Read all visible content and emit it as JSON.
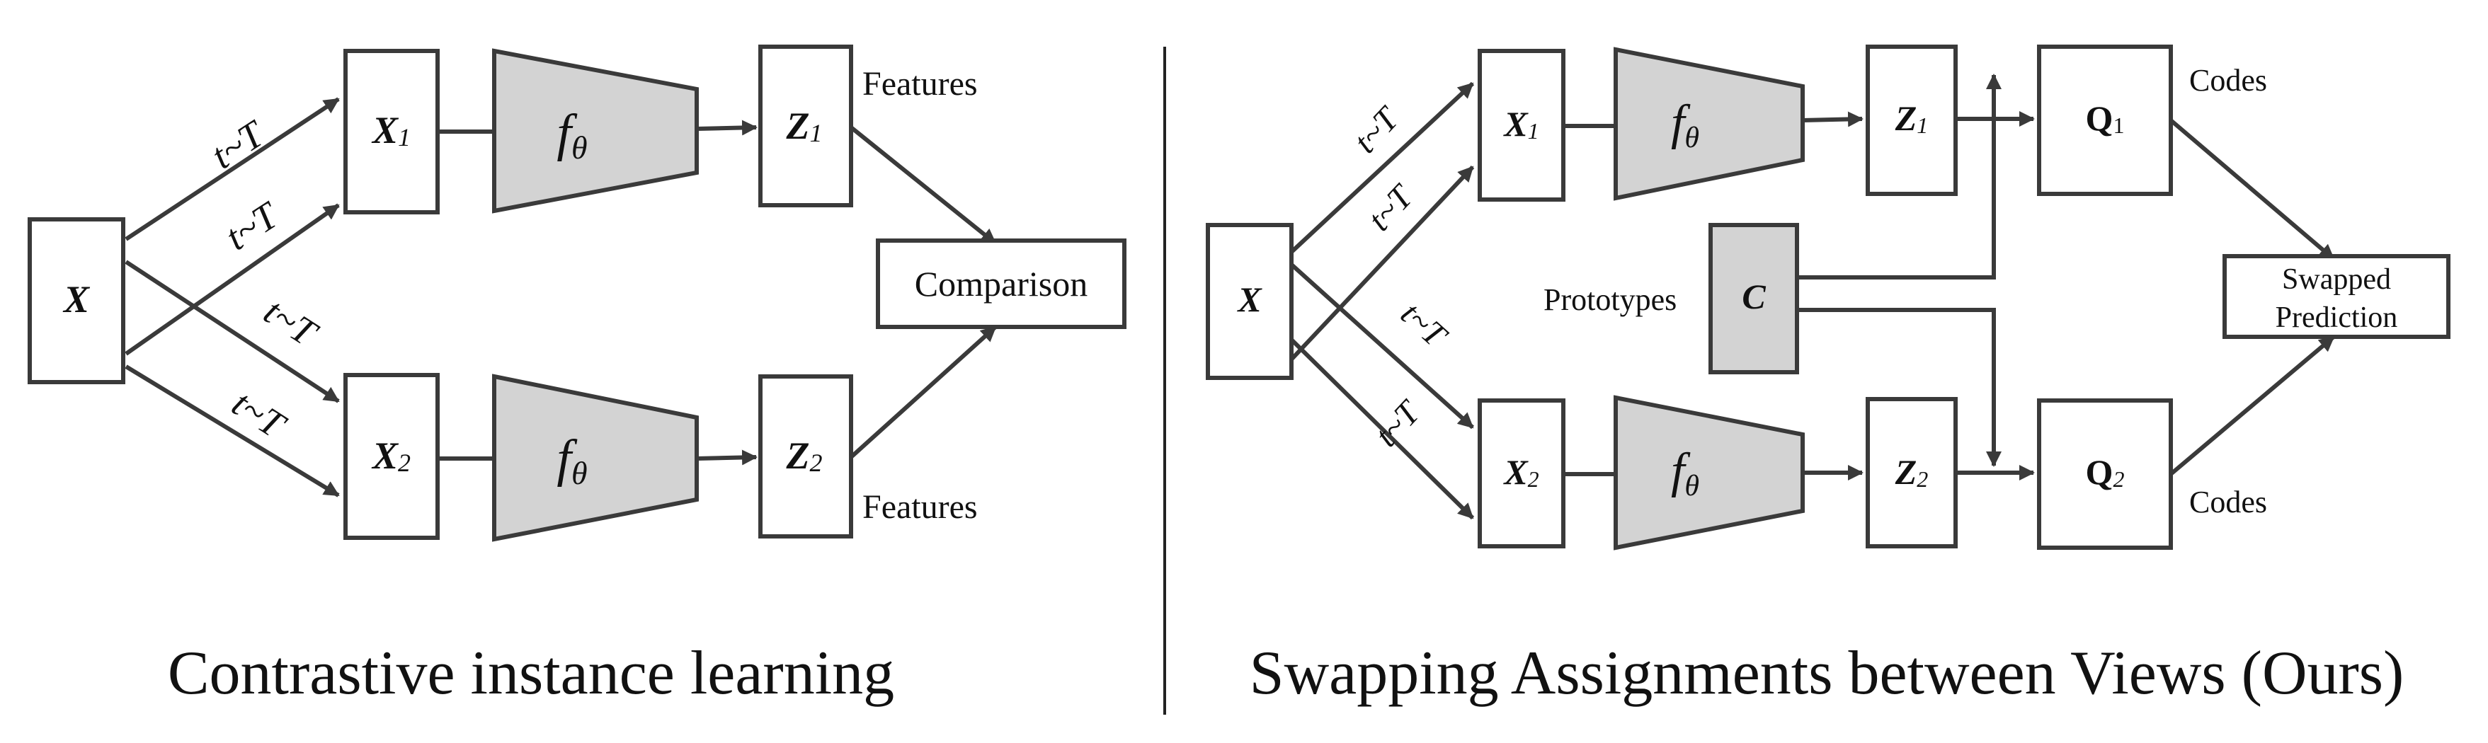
{
  "colors": {
    "stroke": "#3a3a3a",
    "encoder_fill": "#d3d3d3",
    "text": "#111111",
    "background": "#ffffff"
  },
  "left_panel": {
    "caption": "Contrastive instance learning",
    "input": "X",
    "view1": {
      "base": "X",
      "sub": "1"
    },
    "view2": {
      "base": "X",
      "sub": "2"
    },
    "transform_labels": [
      "t~T",
      "t~T",
      "t~T",
      "t~T"
    ],
    "encoder": {
      "base": "f",
      "sub": "θ"
    },
    "feat1": {
      "base": "Z",
      "sub": "1"
    },
    "feat2": {
      "base": "Z",
      "sub": "2"
    },
    "features_top": "Features",
    "features_bottom": "Features",
    "comparison": "Comparison"
  },
  "right_panel": {
    "caption": "Swapping Assignments between Views (Ours)",
    "input": "X",
    "view1": {
      "base": "X",
      "sub": "1"
    },
    "view2": {
      "base": "X",
      "sub": "2"
    },
    "transform_labels": [
      "t~T",
      "t~T",
      "t~T",
      "t~T"
    ],
    "encoder": {
      "base": "f",
      "sub": "θ"
    },
    "feat1": {
      "base": "Z",
      "sub": "1"
    },
    "feat2": {
      "base": "Z",
      "sub": "2"
    },
    "prototypes_label": "Prototypes",
    "prototypes": "C",
    "code1": {
      "base": "Q",
      "sub": "1"
    },
    "code2": {
      "base": "Q",
      "sub": "2"
    },
    "codes_top": "Codes",
    "codes_bottom": "Codes",
    "swapped_line1": "Swapped",
    "swapped_line2": "Prediction"
  }
}
